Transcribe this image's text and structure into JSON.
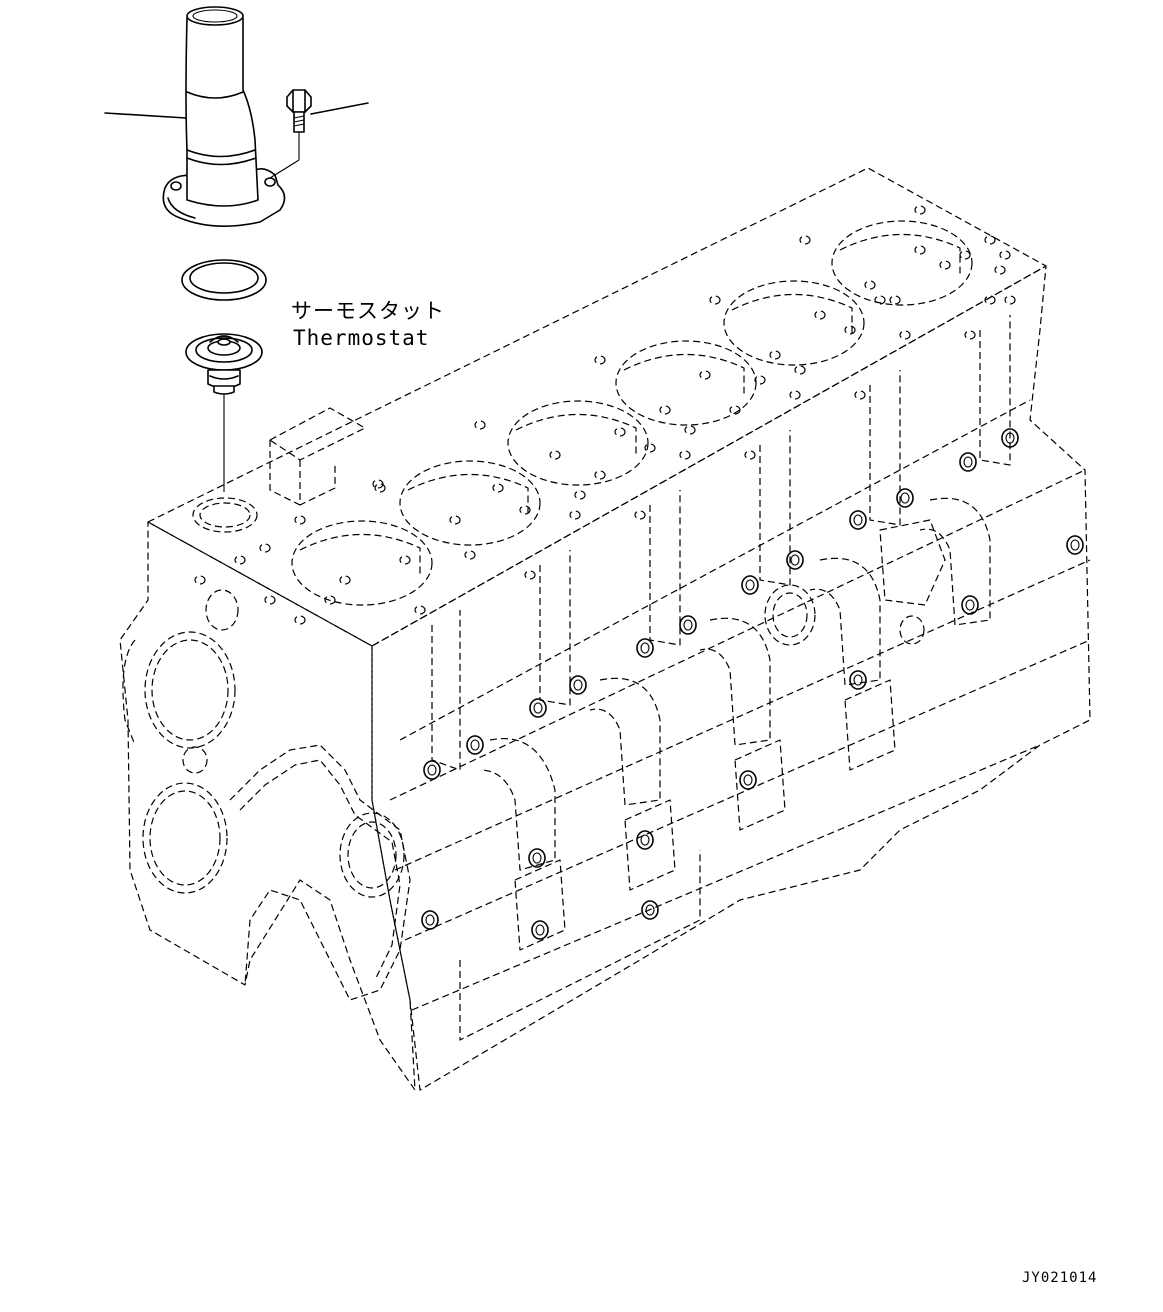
{
  "callout": {
    "label_ja": "サーモスタット",
    "label_en": "Thermostat"
  },
  "drawing_code": "JY021014"
}
